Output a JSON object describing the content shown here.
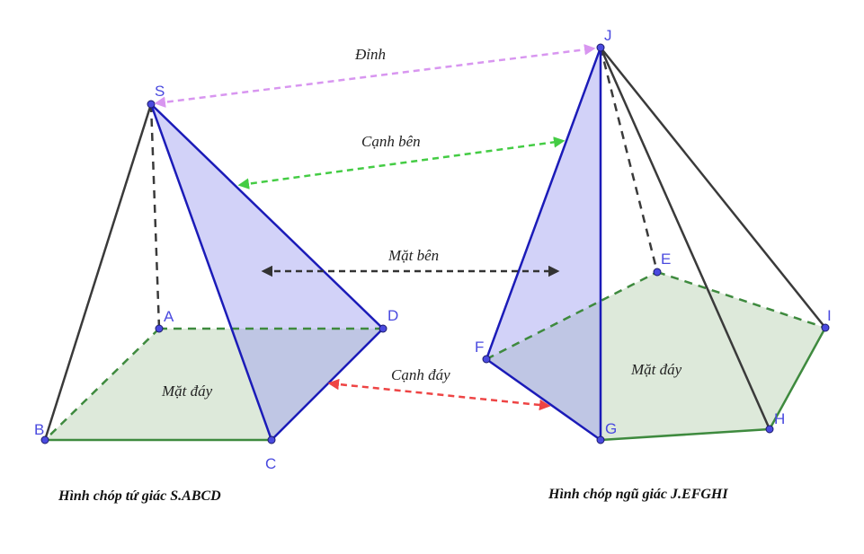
{
  "colors": {
    "base_fill": "#dde9da",
    "base_edge": "#3e8a3e",
    "lateral_fill": "#9b9bef",
    "lateral_edge": "#1b1bb8",
    "black_edge": "#3a3a3a",
    "point": "#4a4adf",
    "arrow_apex": "#d896f0",
    "arrow_lateral_edge": "#44cc44",
    "arrow_lateral_face": "#333333",
    "arrow_base_edge": "#ee4444"
  },
  "pyramid_left": {
    "points": {
      "S": "S",
      "A": "A",
      "B": "B",
      "C": "C",
      "D": "D"
    },
    "base_label": "Mặt đáy",
    "caption": "Hình chóp tứ giác S.ABCD"
  },
  "pyramid_right": {
    "points": {
      "J": "J",
      "E": "E",
      "F": "F",
      "G": "G",
      "H": "H",
      "I": "I"
    },
    "base_label": "Mặt đáy",
    "caption": "Hình chóp ngũ giác J.EFGHI"
  },
  "annotations": {
    "apex": "Đỉnh",
    "lateral_edge": "Cạnh bên",
    "lateral_face": "Mặt bên",
    "base_edge": "Cạnh đáy"
  }
}
